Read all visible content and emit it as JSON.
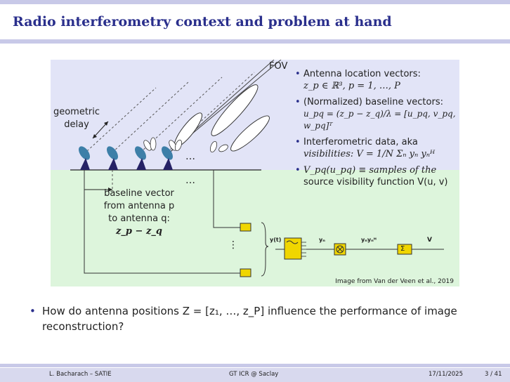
{
  "slide": {
    "title": "Radio interferometry context and problem at hand"
  },
  "figure": {
    "fov_label": "FOV",
    "geometric_delay_label_1": "geometric",
    "geometric_delay_label_2": "delay",
    "baseline_1": "baseline vector",
    "baseline_2": "from antenna p",
    "baseline_3": "to antenna q:",
    "baseline_4": "z_p − z_q",
    "y_t": "y(t)",
    "y_n": "yₙ",
    "yy_h": "yₙyₙᴴ",
    "v_out": "V",
    "sum_symbol": "Σ",
    "credit": "Image from Van der Veen et al., 2019"
  },
  "bullets": [
    {
      "line1": "Antenna location vectors:",
      "line2": "z_p ∈ ℝ³, p = 1, …, P"
    },
    {
      "line1": "(Normalized) baseline vectors:",
      "line2": "u_pq = (z_p − z_q)/λ = [u_pq, v_pq, w_pq]ᵀ"
    },
    {
      "line1": "Interferometric data, aka",
      "line2": "visibilities: V = 1/N Σₙ yₙ yₙᴴ"
    },
    {
      "line1": "V_pq(u_pq) ≡ samples of the",
      "line2": "source visibility function V(u, v)"
    }
  ],
  "question": "How do antenna positions Z = [z₁, …, z_P] influence the performance of image reconstruction?",
  "footer": {
    "author": "L. Bacharach – SATIE",
    "event": "GT ICR @ Saclay",
    "date": "17/11/2025",
    "page": "3 / 41"
  },
  "colors": {
    "title": "#2a2f8c",
    "bars": "#c8c9e8",
    "sky": "#e2e4f7",
    "ground": "#ddf5dc",
    "antenna": "#3d7fa8",
    "box": "#f0d600"
  }
}
